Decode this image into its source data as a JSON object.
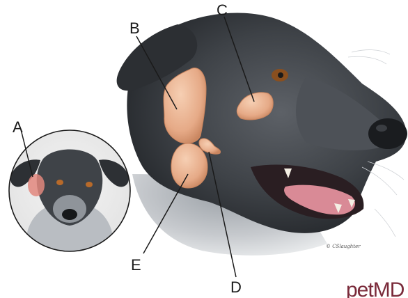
{
  "diagram": {
    "labels": {
      "a": "A",
      "b": "B",
      "c": "C",
      "d": "D",
      "e": "E"
    },
    "brand": "petMD",
    "colors": {
      "gland": "#e8b190",
      "gland_outline": "#c9845e",
      "fur_dark": "#3b3f44",
      "fur_mid": "#6b7076",
      "fur_light": "#c9ccd0",
      "inset_highlight": "#e2877e",
      "brand_color": "#7a2a3a"
    }
  }
}
